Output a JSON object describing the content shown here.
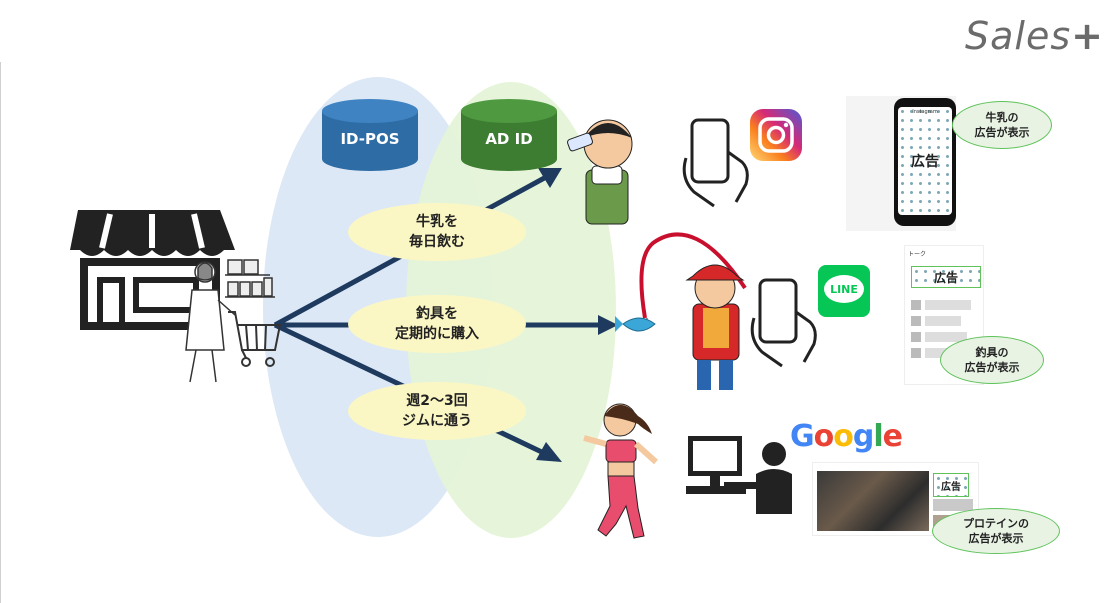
{
  "brand": {
    "text": "Sales",
    "mark": "+"
  },
  "databases": {
    "idpos": "ID-POS",
    "adid": "AD ID"
  },
  "segments": [
    {
      "label": "牛乳を\n毎日飲む"
    },
    {
      "label": "釣具を\n定期的に購入"
    },
    {
      "label": "週2〜3回\nジムに通う"
    }
  ],
  "instagram": {
    "phone_label": "Instagram",
    "ad_label": "広告",
    "callout": "牛乳の\n広告が表示"
  },
  "line": {
    "logo": "LINE",
    "topbar": "トーク",
    "ad_label": "広告",
    "callout": "釣具の\n広告が表示"
  },
  "google": {
    "logo_letters": [
      "G",
      "o",
      "o",
      "g",
      "l",
      "e"
    ],
    "ad_label": "広告",
    "callout": "プロテインの\n広告が表示"
  },
  "colors": {
    "ellipse_blue": "#dce8f5",
    "ellipse_green": "#e4f4d7",
    "cyl_blue": "#2e6ca6",
    "cyl_green": "#3d7d31",
    "arrow": "#1f3a5f",
    "pill": "#fbf7c4",
    "callout_border": "#5fc35a",
    "google": [
      "#4285F4",
      "#EA4335",
      "#FBBC05",
      "#4285F4",
      "#34A853",
      "#EA4335"
    ]
  }
}
